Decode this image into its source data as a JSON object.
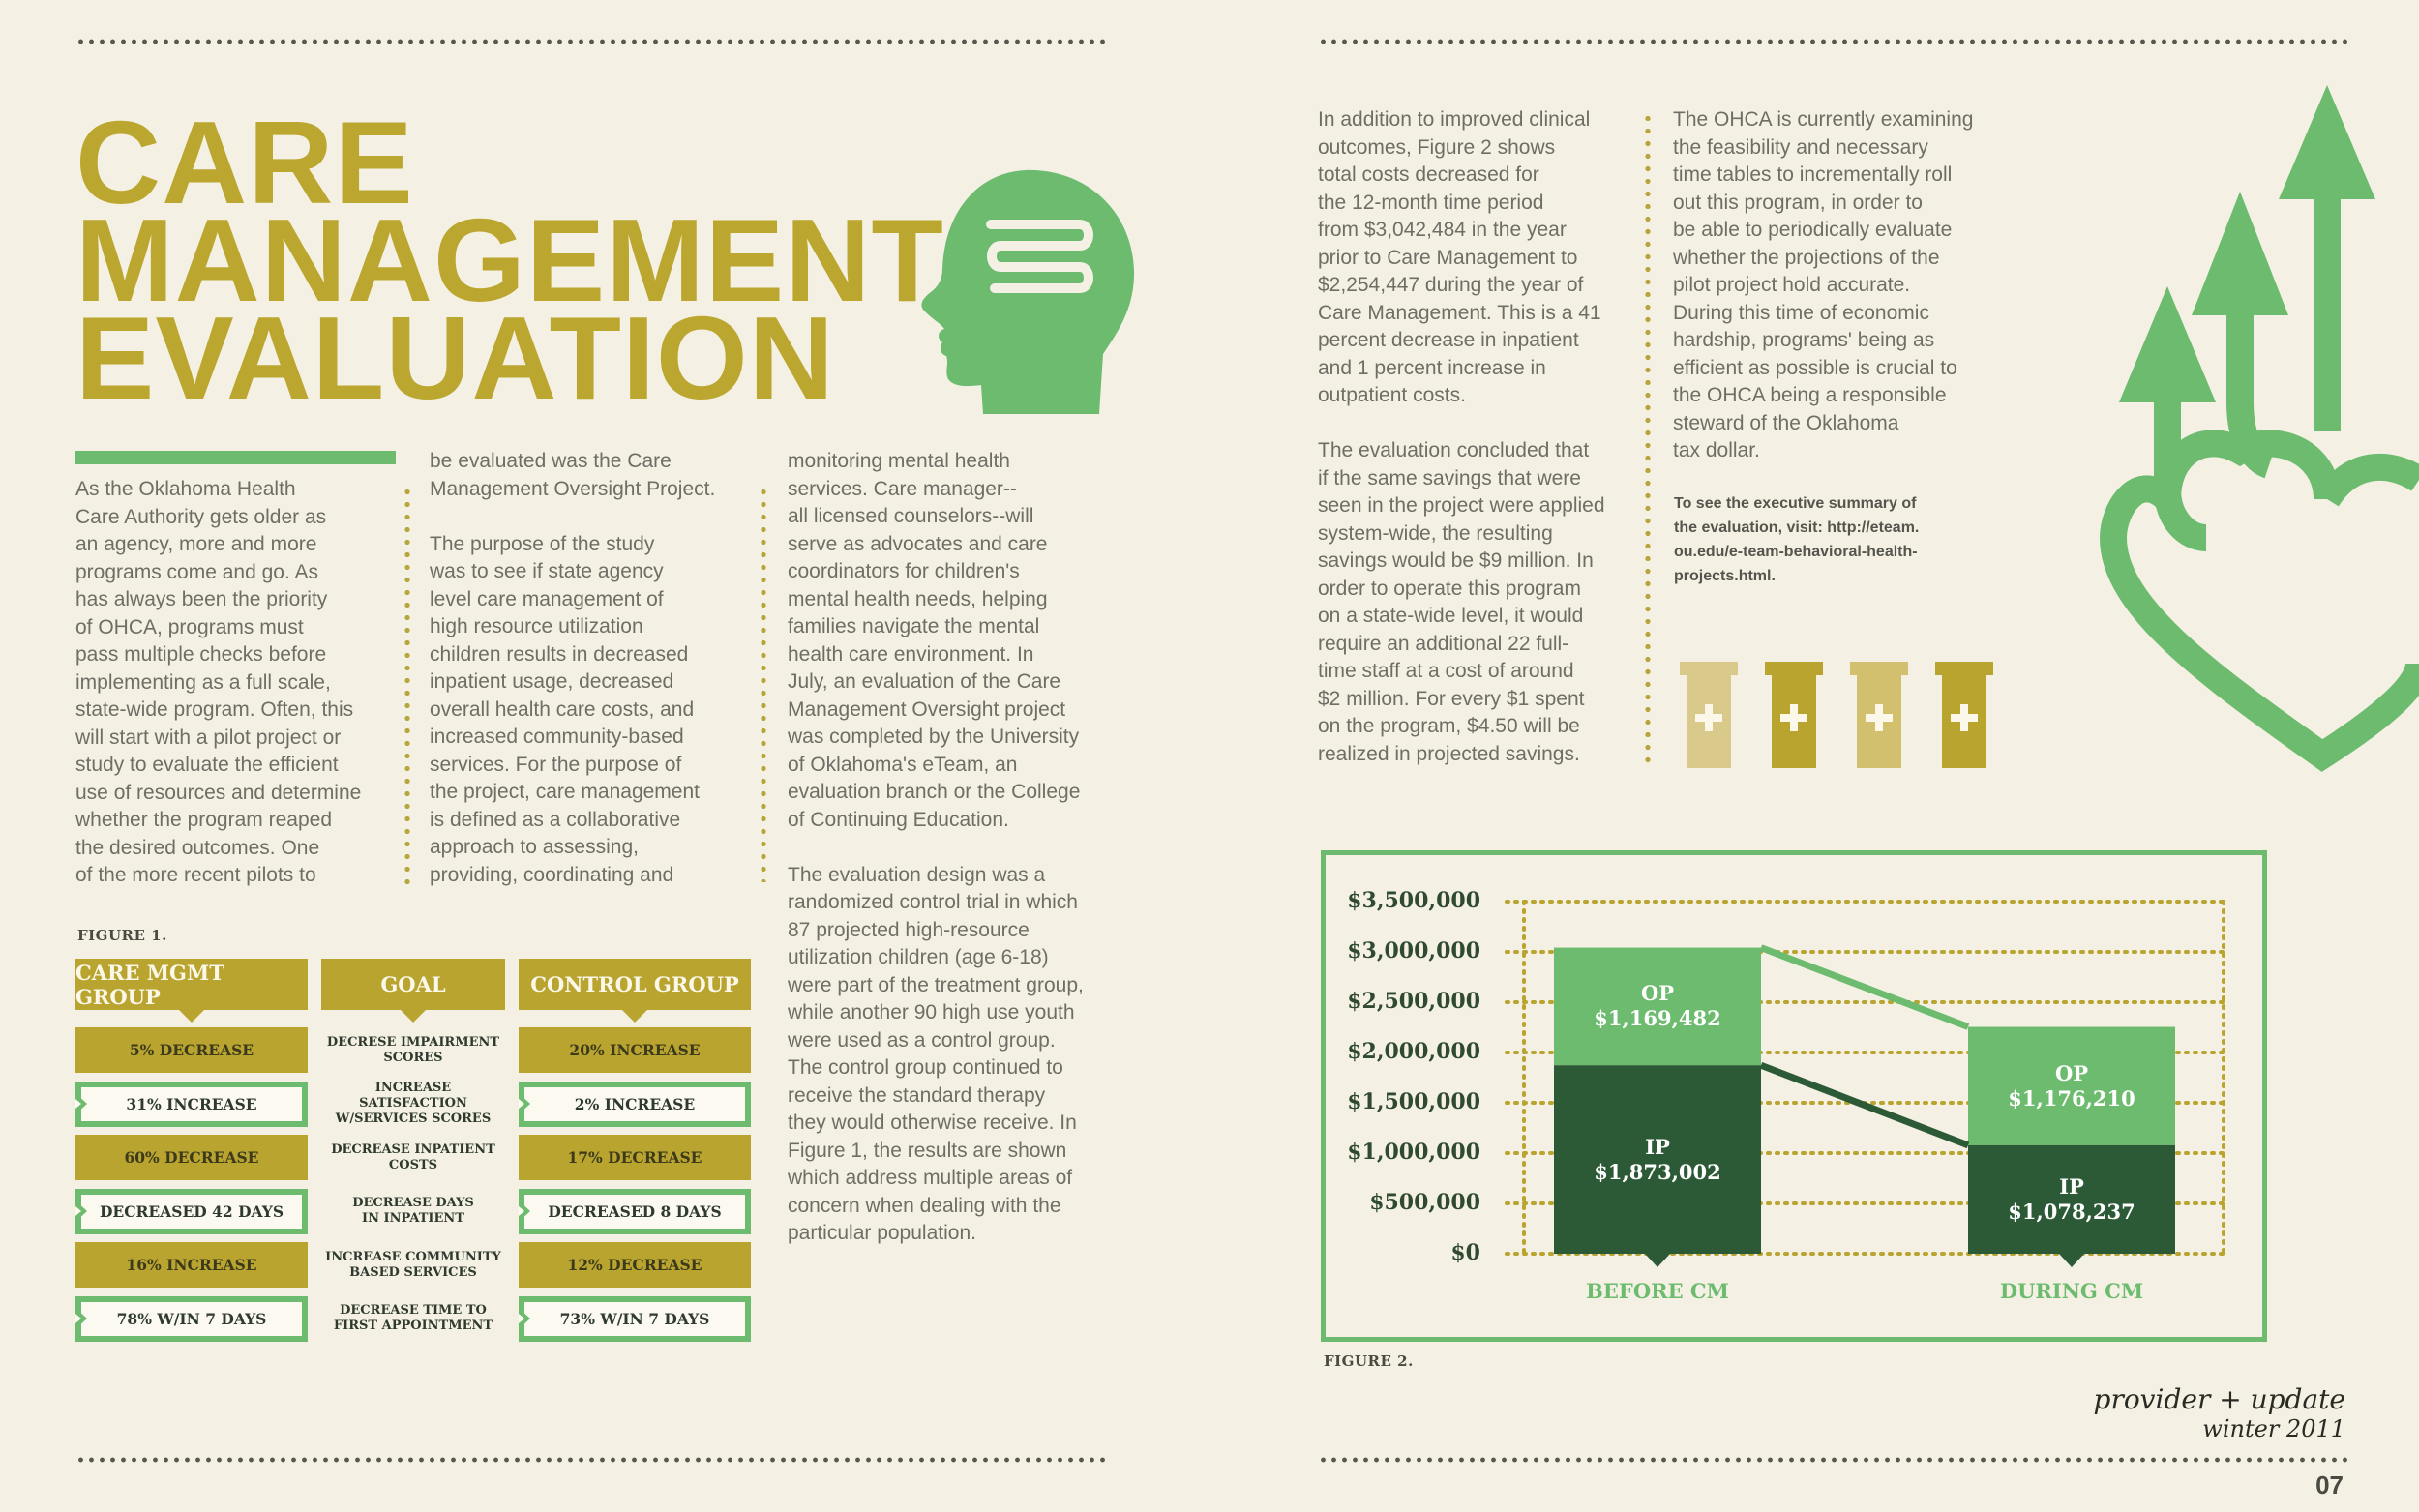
{
  "title": {
    "line1": "CARE",
    "line2": "MANAGEMENT",
    "line3": "EVALUATION"
  },
  "columns": {
    "col1": "As the Oklahoma Health\nCare Authority gets older as\nan agency, more and more\nprograms come and go. As\nhas always been the priority\nof OHCA, programs must\npass multiple checks before\nimplementing as a full scale,\nstate-wide program. Often, this\nwill start with a pilot project or\nstudy to evaluate the efficient\nuse of resources and determine\nwhether the program reaped\nthe desired outcomes. One\nof the more recent pilots to",
    "col2": "be evaluated was the Care\nManagement Oversight Project.\n\nThe purpose of the study\nwas to see if state agency\nlevel care management of\nhigh resource utilization\nchildren results in decreased\ninpatient usage, decreased\noverall health care costs, and\nincreased community-based\nservices. For the purpose of\nthe project, care management\nis defined as a collaborative\napproach to assessing,\nproviding, coordinating and",
    "col3": "monitoring mental health\nservices. Care manager--\nall licensed counselors--will\nserve as advocates and care\ncoordinators for children's\nmental health needs, helping\nfamilies navigate the mental\nhealth care environment. In\nJuly, an evaluation of the Care\nManagement Oversight project\nwas completed by the University\nof Oklahoma's eTeam, an\nevaluation branch or the College\nof Continuing Education.\n\nThe evaluation design was a\nrandomized control trial in which\n87 projected high-resource\nutilization children (age 6-18)\nwere part of the treatment group,\nwhile another 90 high use youth\nwere used as a control group.\nThe control group continued to\nreceive the standard therapy\nthey would otherwise receive. In\nFigure 1, the results are shown\nwhich address multiple areas of\nconcern when dealing with the\nparticular population.",
    "col4": "In addition to improved clinical\noutcomes, Figure 2 shows\ntotal costs decreased for\nthe 12-month time period\nfrom $3,042,484 in the year\nprior to Care Management to\n$2,254,447 during the year of\nCare Management. This is a 41\npercent decrease in inpatient\nand 1 percent increase in\noutpatient costs.\n\nThe evaluation concluded that\nif the same savings that were\nseen in the project were applied\nsystem-wide, the resulting\nsavings would be $9 million. In\norder to operate this program\non a state-wide level, it would\nrequire an additional 22 full-\ntime staff at a cost of around\n$2 million. For every $1 spent\non the program, $4.50 will be\nrealized in projected savings.",
    "col5": "The OHCA is currently examining\nthe feasibility and necessary\ntime tables to incrementally roll\nout this program, in order to\nbe able to periodically evaluate\nwhether the projections of the\npilot project hold accurate.\nDuring this time of economic\nhardship, programs' being as\nefficient as possible is crucial to\nthe OHCA being a responsible\nsteward of the Oklahoma\ntax dollar."
  },
  "link_note": "To see the executive summary of\nthe evaluation, visit: http://eteam.\nou.edu/e-team-behavioral-health-\nprojects.html.",
  "figure1": {
    "label": "FIGURE 1.",
    "headers": [
      "CARE MGMT GROUP",
      "GOAL",
      "CONTROL GROUP"
    ],
    "rows": [
      {
        "care": "5% DECREASE",
        "goal": "DECRESE IMPAIRMENT\nSCORES",
        "control": "20% INCREASE"
      },
      {
        "care": "31% INCREASE",
        "goal": "INCREASE SATISFACTION\nW/SERVICES SCORES",
        "control": "2% INCREASE"
      },
      {
        "care": "60% DECREASE",
        "goal": "DECREASE INPATIENT\nCOSTS",
        "control": "17% DECREASE"
      },
      {
        "care": "DECREASED 42 DAYS",
        "goal": "DECREASE DAYS\nIN INPATIENT",
        "control": "DECREASED 8 DAYS"
      },
      {
        "care": "16% INCREASE",
        "goal": "INCREASE COMMUNITY\nBASED SERVICES",
        "control": "12% DECREASE"
      },
      {
        "care": "78% W/IN 7 DAYS",
        "goal": "DECREASE TIME TO\nFIRST APPOINTMENT",
        "control": "73% W/IN 7 DAYS"
      }
    ]
  },
  "chart_data": {
    "type": "bar",
    "stacked": true,
    "label": "FIGURE 2.",
    "categories": [
      "BEFORE CM",
      "DURING CM"
    ],
    "series": [
      {
        "name": "IP",
        "values": [
          1873002,
          1078237
        ],
        "value_labels": [
          "$1,873,002",
          "$1,078,237"
        ],
        "color": "#2d5a36"
      },
      {
        "name": "OP",
        "values": [
          1169482,
          1176210
        ],
        "value_labels": [
          "$1,169,482",
          "$1,176,210"
        ],
        "color": "#6cbb6e"
      }
    ],
    "yticks": [
      "$0",
      "$500,000",
      "$1,000,000",
      "$1,500,000",
      "$2,000,000",
      "$2,500,000",
      "$3,000,000",
      "$3,500,000"
    ],
    "ylim": [
      0,
      3500000
    ],
    "grid": true
  },
  "colors": {
    "gold": "#bba72f",
    "green": "#6cbb6e",
    "dark_green": "#2d5a36",
    "paper": "#f4f1e4"
  },
  "icons": [
    "head-icon",
    "heart-arrows-icon",
    "pill-bottle-icon"
  ],
  "footer": {
    "brand_line1": "provider + update",
    "brand_line2": "winter 2011",
    "page": "07"
  }
}
